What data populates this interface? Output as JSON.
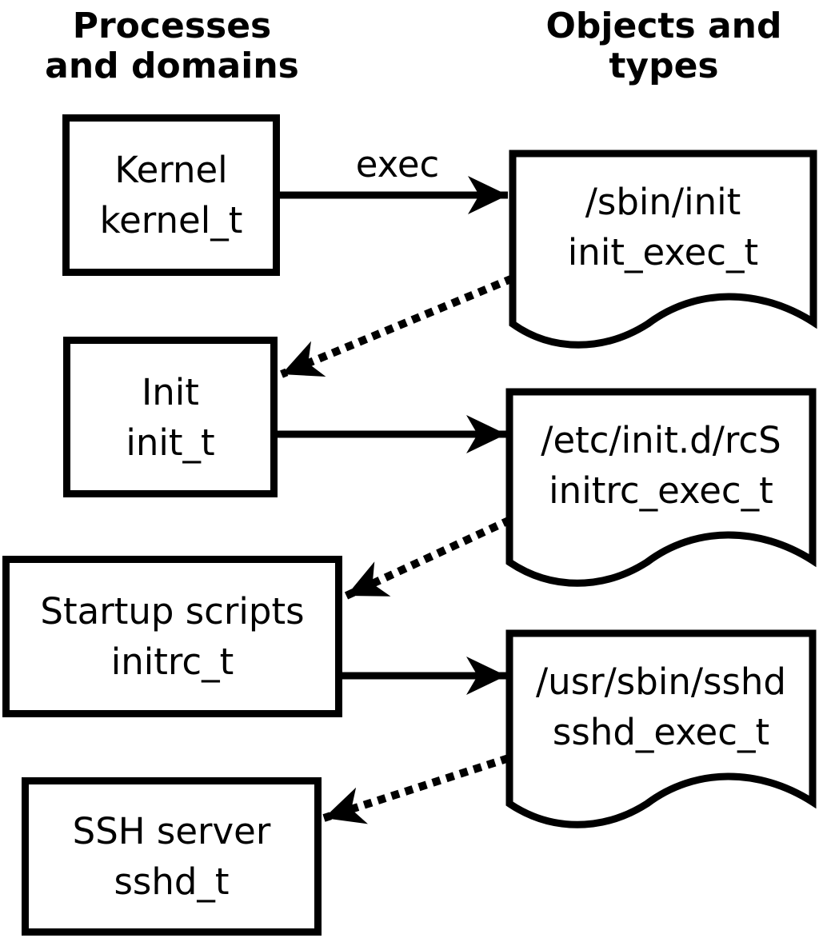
{
  "diagram": {
    "left_column_header": {
      "line1": "Processes",
      "line2": "and domains"
    },
    "right_column_header": {
      "line1": "Objects and",
      "line2": "types"
    },
    "exec_label": "exec",
    "process_boxes": [
      {
        "name": "Kernel",
        "type": "kernel_t"
      },
      {
        "name": "Init",
        "type": "init_t"
      },
      {
        "name": "Startup scripts",
        "type": "initrc_t"
      },
      {
        "name": "SSH server",
        "type": "sshd_t"
      }
    ],
    "object_docs": [
      {
        "path": "/sbin/init",
        "type": "init_exec_t"
      },
      {
        "path": "/etc/init.d/rcS",
        "type": "initrc_exec_t"
      },
      {
        "path": "/usr/sbin/sshd",
        "type": "sshd_exec_t"
      }
    ],
    "colors": {
      "ink": "#000000",
      "background": "#ffffff"
    }
  }
}
